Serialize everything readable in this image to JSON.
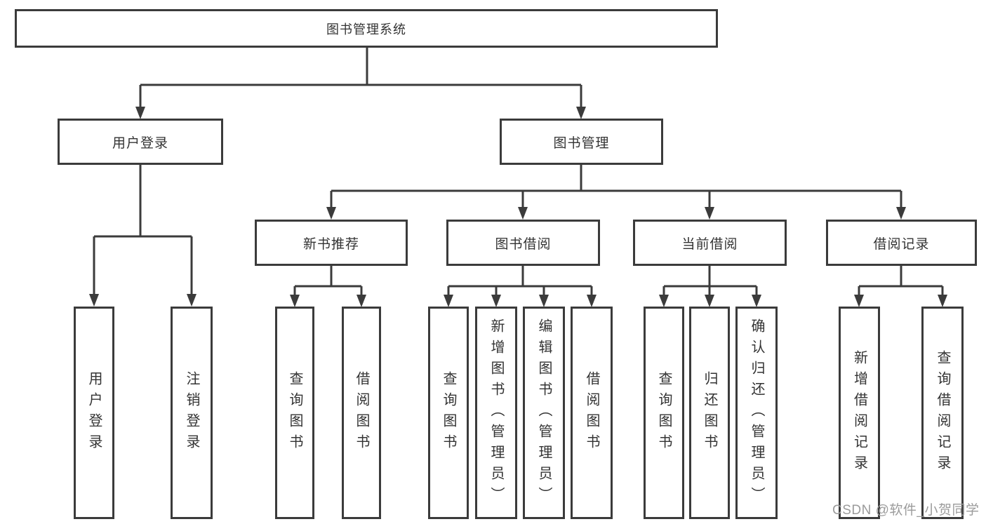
{
  "diagram": {
    "root": {
      "label": "图书管理系统"
    },
    "level2": {
      "user_login": {
        "label": "用户登录"
      },
      "book_management": {
        "label": "图书管理"
      }
    },
    "level3": {
      "new_book_recommend": {
        "label": "新书推荐"
      },
      "book_borrowing": {
        "label": "图书借阅"
      },
      "current_borrowing": {
        "label": "当前借阅"
      },
      "borrowing_records": {
        "label": "借阅记录"
      }
    },
    "leaves": {
      "user_login": [
        "用户登录",
        "注销登录"
      ],
      "new_book_recommend": [
        "查询图书",
        "借阅图书"
      ],
      "book_borrowing": [
        "查询图书",
        "新增图书（管理员）",
        "编辑图书（管理员）",
        "借阅图书"
      ],
      "current_borrowing": [
        "查询图书",
        "归还图书",
        "确认归还（管理员）"
      ],
      "borrowing_records": [
        "新增借阅记录",
        "查询借阅记录"
      ]
    }
  },
  "watermark": {
    "text": "CSDN @软件_小贺同学"
  },
  "colors": {
    "line": "#3b3b3b",
    "text": "#333333",
    "watermark": "#9b9b9b",
    "background": "#ffffff"
  }
}
